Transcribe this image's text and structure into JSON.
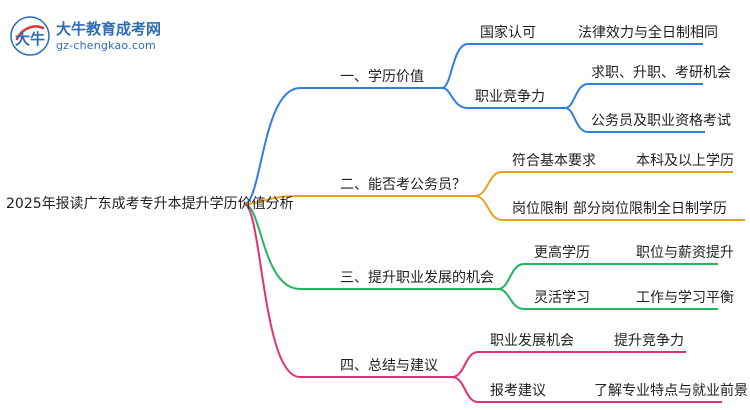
{
  "logo": {
    "name": "大牛教育成考网",
    "url": "gz-chengkao.com"
  },
  "root": "2025年报读广东成考专升本提升学历价值分析",
  "colors": {
    "blue": "#2f7fe0",
    "orange": "#e8a21a",
    "green": "#22b560",
    "magenta": "#e0307a",
    "logo": "#2d6db4"
  },
  "branches": [
    {
      "label": "一、学历价值",
      "color": "blue",
      "children": [
        {
          "label": "国家认可",
          "leaf": "法律效力与全日制相同"
        },
        {
          "label": "职业竞争力",
          "leaves": [
            "求职、升职、考研机会",
            "公务员及职业资格考试"
          ]
        }
      ]
    },
    {
      "label": "二、能否考公务员？",
      "color": "orange",
      "children": [
        {
          "label": "符合基本要求",
          "leaf": "本科及以上学历"
        },
        {
          "label": "岗位限制",
          "leaf": "部分岗位限制全日制学历"
        }
      ]
    },
    {
      "label": "三、提升职业发展的机会",
      "color": "green",
      "children": [
        {
          "label": "更高学历",
          "leaf": "职位与薪资提升"
        },
        {
          "label": "灵活学习",
          "leaf": "工作与学习平衡"
        }
      ]
    },
    {
      "label": "四、总结与建议",
      "color": "magenta",
      "children": [
        {
          "label": "职业发展机会",
          "leaf": "提升竞争力"
        },
        {
          "label": "报考建议",
          "leaf": "了解专业特点与就业前景"
        }
      ]
    }
  ]
}
